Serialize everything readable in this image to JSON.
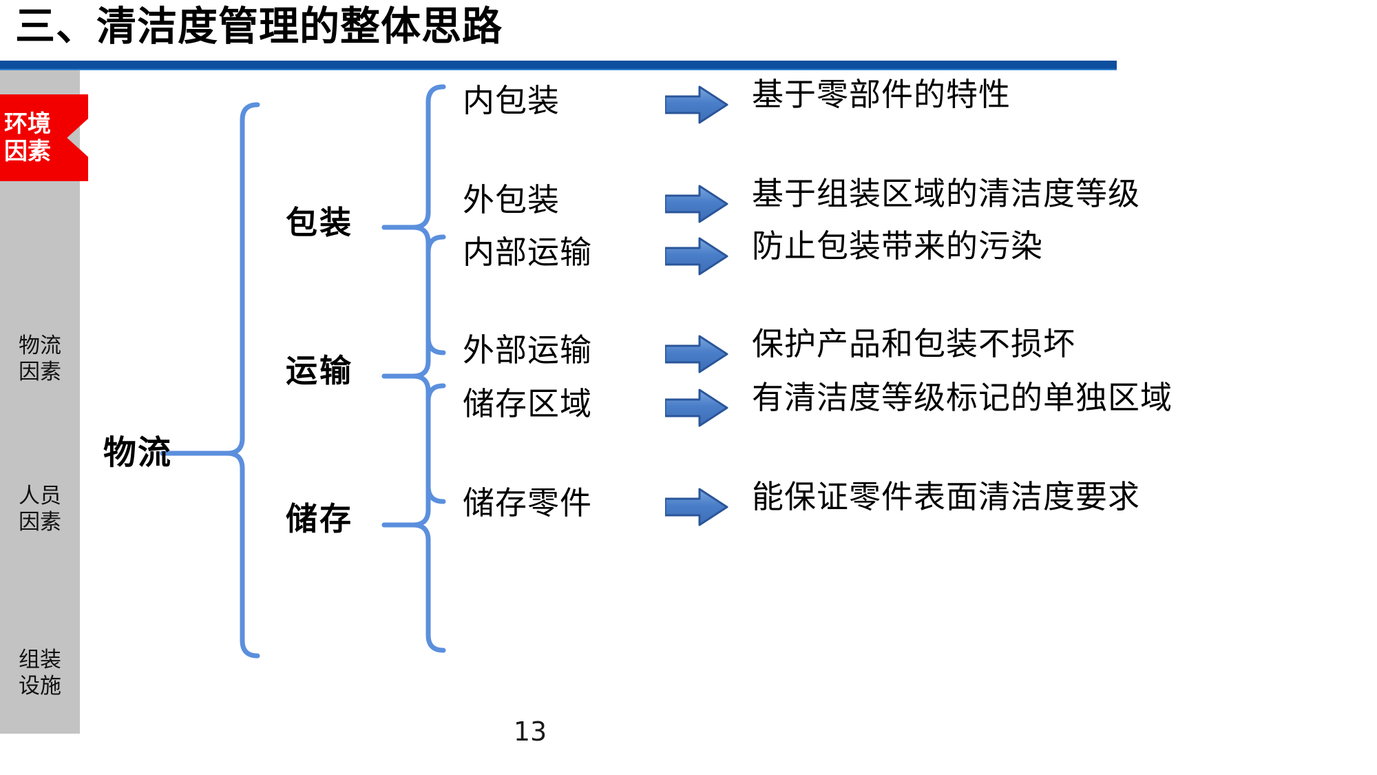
{
  "slide": {
    "title": "三、清洁度管理的整体思路",
    "page_number": "13",
    "accent_color": "#0d4f9e",
    "active_color": "#f20000",
    "arrow_color": "#4a7ec8",
    "sidebar_color": "#c3c3c3"
  },
  "sidebar": {
    "items": [
      {
        "label": "环境\n因素",
        "active": true
      },
      {
        "label": "物流\n因素",
        "active": false
      },
      {
        "label": "人员\n因素",
        "active": false
      },
      {
        "label": "组装\n设施",
        "active": false
      }
    ]
  },
  "diagram": {
    "root": "物流",
    "branches": [
      {
        "label": "包装",
        "leaves": [
          {
            "name": "内包装",
            "icon": "right-arrow-icon",
            "outcome": "基于零部件的特性"
          },
          {
            "name": "外包装",
            "icon": "right-arrow-icon",
            "outcome": "基于组装区域的清洁度等级"
          }
        ]
      },
      {
        "label": "运输",
        "leaves": [
          {
            "name": "内部运输",
            "icon": "right-arrow-icon",
            "outcome": "防止包装带来的污染"
          },
          {
            "name": "外部运输",
            "icon": "right-arrow-icon",
            "outcome": "保护产品和包装不损坏"
          }
        ]
      },
      {
        "label": "储存",
        "leaves": [
          {
            "name": "储存区域",
            "icon": "right-arrow-icon",
            "outcome": "有清洁度等级标记的单独区域"
          },
          {
            "name": "储存零件",
            "icon": "right-arrow-icon",
            "outcome": "能保证零件表面清洁度要求"
          }
        ]
      }
    ],
    "leaves_flat": [
      "内包装",
      "外包装",
      "内部运输",
      "外部运输",
      "储存区域",
      "储存零件"
    ],
    "outcomes_flat": [
      "基于零部件的特性",
      "基于组装区域的清洁度等级",
      "防止包装带来的污染",
      "保护产品和包装不损坏",
      "有清洁度等级标记的单独区域",
      "能保证零件表面清洁度要求"
    ]
  }
}
